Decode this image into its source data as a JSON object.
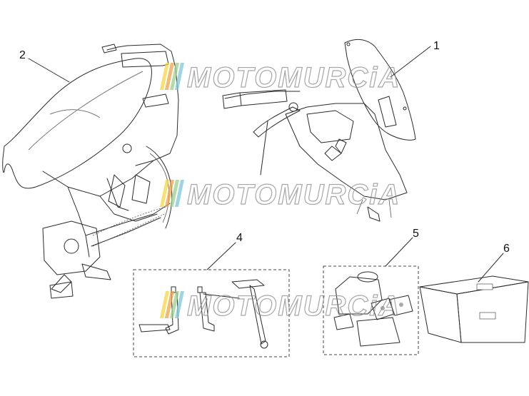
{
  "callouts": [
    {
      "id": "windscreen",
      "label": "1"
    },
    {
      "id": "seat",
      "label": "2"
    },
    {
      "id": "stands",
      "label": "4"
    },
    {
      "id": "alarm",
      "label": "5"
    },
    {
      "id": "box",
      "label": "6"
    }
  ],
  "watermark": {
    "text": "MOTOMURCiA",
    "stripe_colors": [
      "#f5d742",
      "#f2a24a",
      "#9ad28b",
      "#7fc7d8"
    ]
  },
  "colors": {
    "line": "#2b2b2b",
    "seat": "#5c5c5c",
    "screen": "#e4e4e4",
    "box_top": "#c8c8c8",
    "box_front": "#b3b3b3",
    "box_side": "#9a9a9a"
  }
}
